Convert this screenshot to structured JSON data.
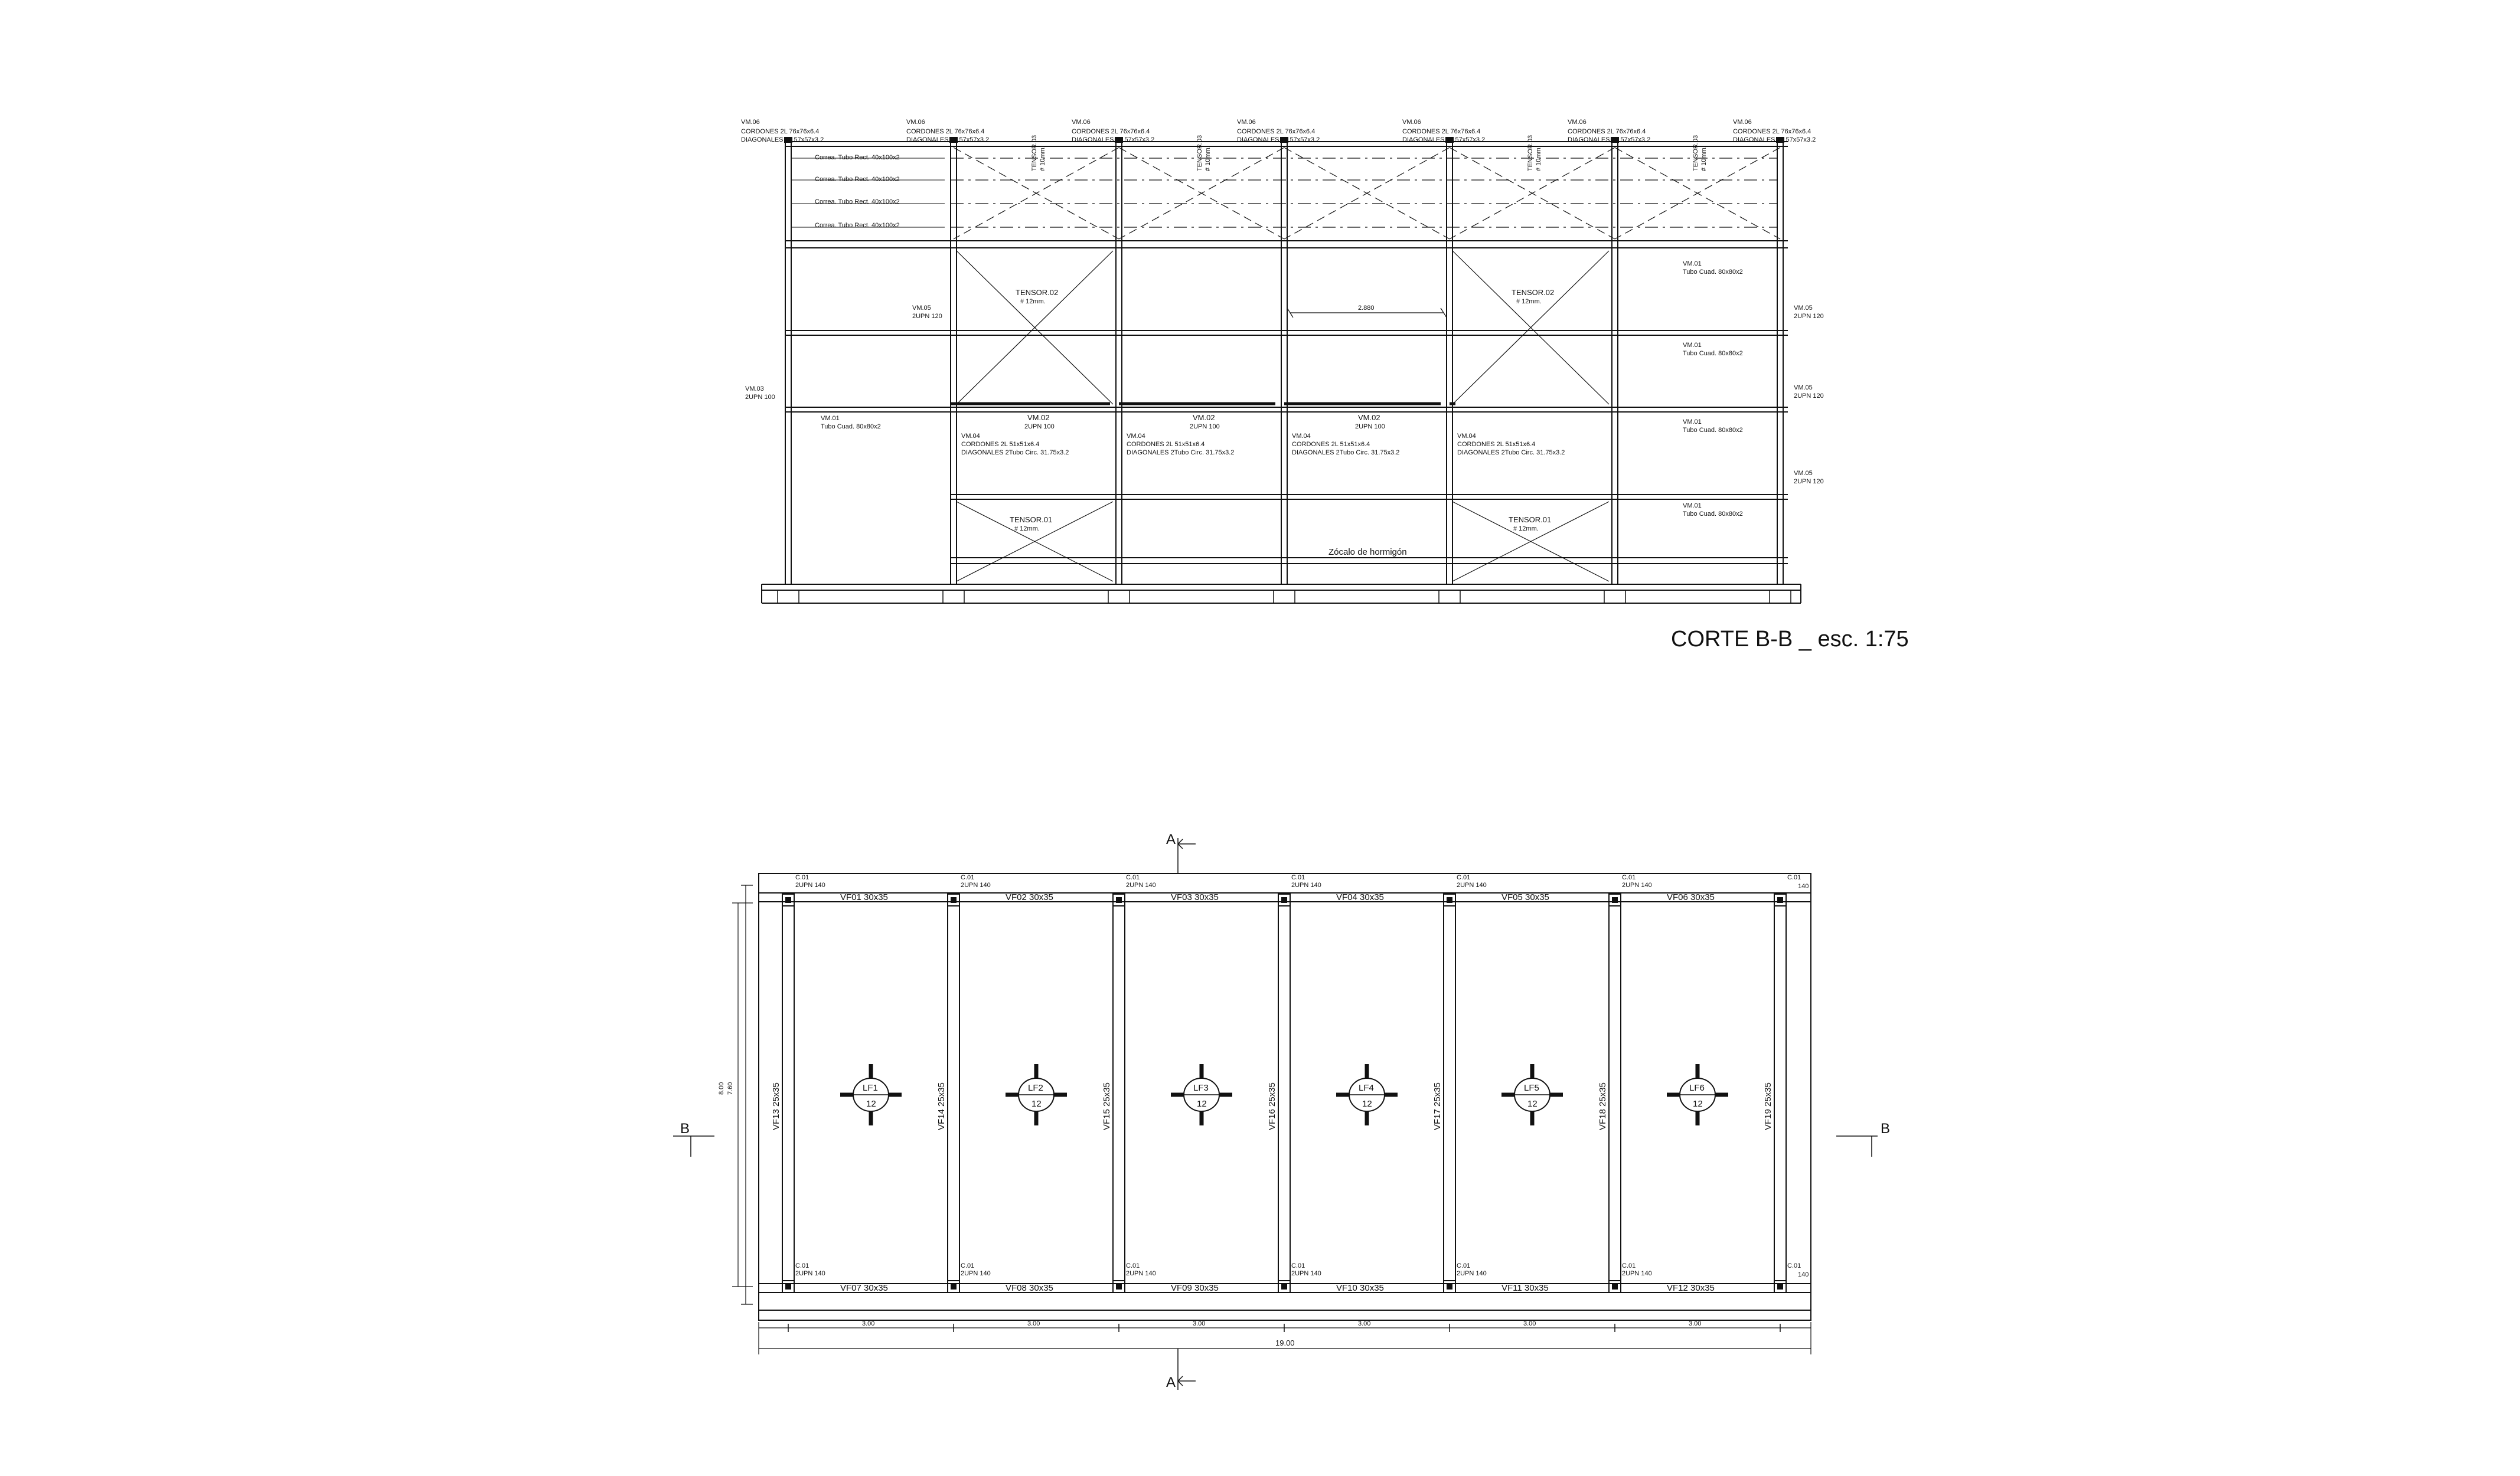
{
  "section_title": "CORTE B-B _ esc. 1:75",
  "vm06": {
    "name": "VM.06",
    "line1": "CORDONES 2L 76x76x6.4",
    "line2": "DIAGONALES 2L 57x57x3.2"
  },
  "correa": "Correa. Tubo Rect. 40x100x2",
  "tensor03": {
    "name": "TENSOR.03",
    "spec": "# 10mm."
  },
  "tensor02": {
    "name": "TENSOR.02",
    "spec": "# 12mm."
  },
  "tensor01": {
    "name": "TENSOR.01",
    "spec": "# 12mm."
  },
  "vm05": {
    "name": "VM.05",
    "spec": "2UPN 120"
  },
  "vm03": {
    "name": "VM.03",
    "spec": "2UPN 100"
  },
  "vm01": {
    "name": "VM.01",
    "spec": "Tubo Cuad. 80x80x2"
  },
  "vm02": {
    "name": "VM.02",
    "spec": "2UPN 100"
  },
  "vm04": {
    "name": "VM.04",
    "line1": "CORDONES 2L 51x51x6.4",
    "line2": "DIAGONALES 2Tubo Circ. 31.75x3.2"
  },
  "dim_2880": "2.880",
  "zocalo": "Zócalo de hormigón",
  "cut_a": "A",
  "cut_b": "B",
  "c01": {
    "name": "C.01",
    "spec": "2UPN 140"
  },
  "upn140": "140",
  "vf_top": [
    "VF01 30x35",
    "VF02 30x35",
    "VF03 30x35",
    "VF04 30x35",
    "VF05 30x35",
    "VF06 30x35"
  ],
  "vf_bottom": [
    "VF07 30x35",
    "VF08 30x35",
    "VF09 30x35",
    "VF10 30x35",
    "VF11 30x35",
    "VF12 30x35"
  ],
  "vf_vert": [
    "VF13 25x35",
    "VF14 25x35",
    "VF15 25x35",
    "VF16 25x35",
    "VF17 25x35",
    "VF18 25x35",
    "VF19 25x35"
  ],
  "footings": [
    {
      "name": "LF1",
      "depth": "12"
    },
    {
      "name": "LF2",
      "depth": "12"
    },
    {
      "name": "LF3",
      "depth": "12"
    },
    {
      "name": "LF4",
      "depth": "12"
    },
    {
      "name": "LF5",
      "depth": "12"
    },
    {
      "name": "LF6",
      "depth": "12"
    }
  ],
  "dims": {
    "bay": "3.00",
    "total": "19.00",
    "h_total": "8.00",
    "h_inner": "7.60"
  }
}
